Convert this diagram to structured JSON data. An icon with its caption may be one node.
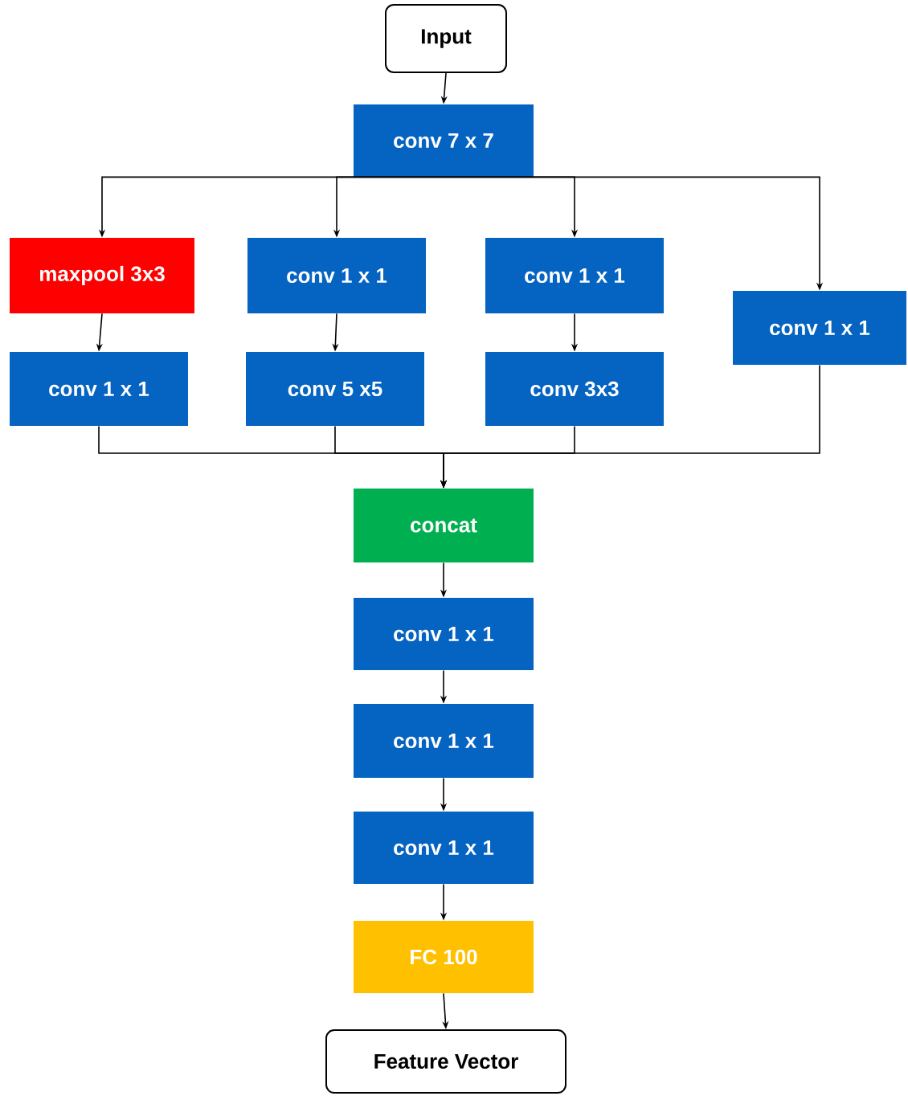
{
  "diagram": {
    "nodes": [
      {
        "text": [
          "Input"
        ]
      },
      {
        "text": [
          "conv 7 x 7"
        ]
      },
      {
        "text": [
          "maxpool 3x3"
        ]
      },
      {
        "text": [
          "conv 1 x 1"
        ]
      },
      {
        "text": [
          "conv 1 x 1"
        ]
      },
      {
        "text": [
          "conv 1 x 1"
        ]
      },
      {
        "text": [
          "conv 1 x 1"
        ]
      },
      {
        "text": [
          "conv 5 x5"
        ]
      },
      {
        "text": [
          "conv 3x3"
        ]
      },
      {
        "text": [
          "concat"
        ]
      },
      {
        "text": [
          "conv 1 x 1"
        ]
      },
      {
        "text": [
          "conv 1 x 1"
        ]
      },
      {
        "text": [
          "conv 1 x 1"
        ]
      },
      {
        "text": [
          "FC 100"
        ]
      },
      {
        "text": [
          "Feature Vector"
        ]
      }
    ],
    "edges": [
      {
        "from": 0,
        "to": 1,
        "arrow": "to"
      },
      {
        "from": 1,
        "to": 2,
        "arrow": "to"
      },
      {
        "from": 1,
        "to": 3,
        "arrow": "to"
      },
      {
        "from": 1,
        "to": 4,
        "arrow": "to"
      },
      {
        "from": 1,
        "to": 5,
        "arrow": "to"
      },
      {
        "from": 2,
        "to": 6,
        "arrow": "to"
      },
      {
        "from": 3,
        "to": 7,
        "arrow": "to"
      },
      {
        "from": 4,
        "to": 8,
        "arrow": "to"
      },
      {
        "from": 6,
        "to": 9,
        "arrow": "to"
      },
      {
        "from": 7,
        "to": 9,
        "arrow": "to"
      },
      {
        "from": 8,
        "to": 9,
        "arrow": "to"
      },
      {
        "from": 5,
        "to": 9,
        "arrow": "to"
      },
      {
        "from": 9,
        "to": 10,
        "arrow": "to"
      },
      {
        "from": 10,
        "to": 11,
        "arrow": "to"
      },
      {
        "from": 11,
        "to": 12,
        "arrow": "to"
      },
      {
        "from": 12,
        "to": 13,
        "arrow": "to"
      },
      {
        "from": 13,
        "to": 14,
        "arrow": "to"
      }
    ]
  }
}
